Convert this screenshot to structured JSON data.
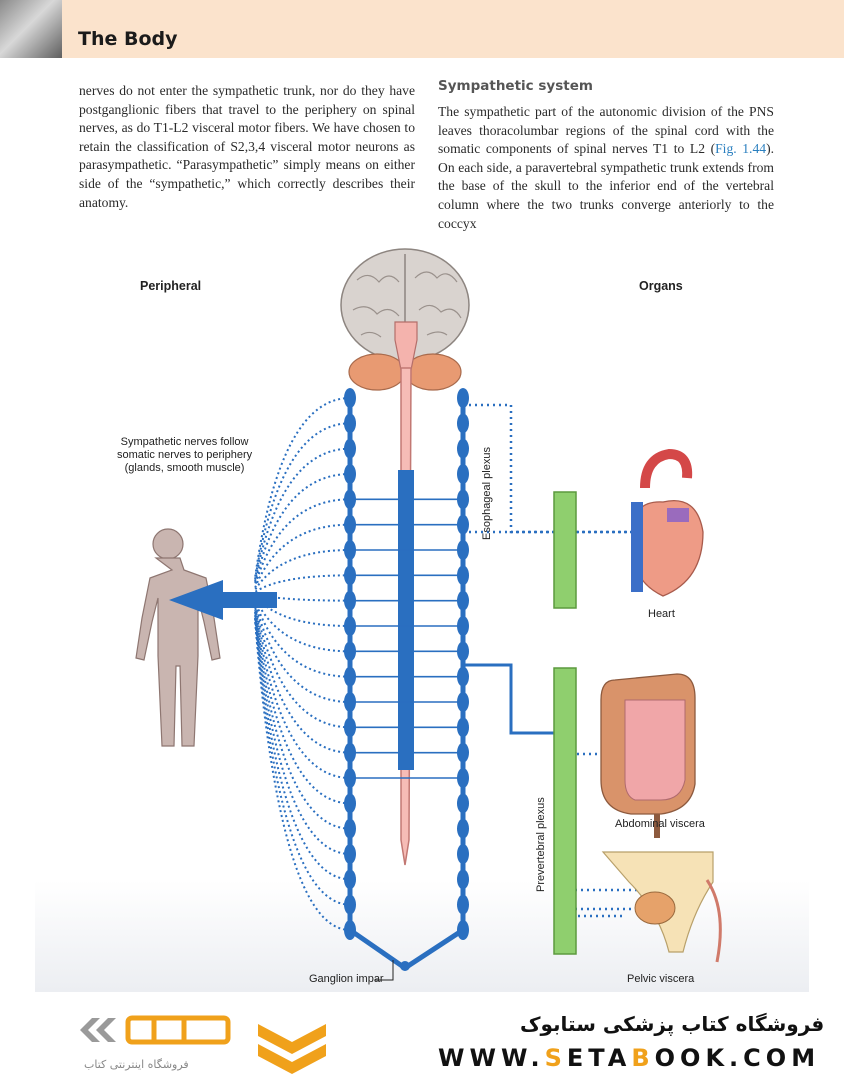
{
  "header": {
    "title": "The Body"
  },
  "text": {
    "left_paragraph": "nerves do not enter the sympathetic trunk, nor do they have postganglionic fibers that travel to the periphery on spinal nerves, as do T1-L2 visceral motor fibers. We have chosen to retain the classification of S2,3,4 visceral motor neurons as parasympathetic. “Parasympathetic” simply means on either side of the “sympathetic,” which correctly describes their anatomy.",
    "section_heading": "Sympathetic system",
    "right_paragraph_before_link": "The sympathetic part of the autonomic division of the PNS leaves thoracolumbar regions of the spinal cord with the somatic components of spinal nerves T1 to L2 (",
    "right_paragraph_link": "Fig. 1.44",
    "right_paragraph_after_link": "). On each side, a paravertebral sympathetic trunk extends from the base of the skull to the inferior end of the vertebral column where the two trunks converge anteriorly to the coccyx"
  },
  "figure": {
    "label_peripheral": "Peripheral",
    "label_organs": "Organs",
    "note_line1": "Sympathetic nerves follow",
    "note_line2": "somatic nerves to periphery",
    "note_line3": "(glands, smooth muscle)",
    "label_esophageal": "Esophageal plexus",
    "label_prevertebral": "Prevertebral plexus",
    "label_heart": "Heart",
    "label_abdominal": "Abdominal viscera",
    "label_pelvic": "Pelvic viscera",
    "label_ganglion": "Ganglion impar",
    "colors": {
      "nerve": "#2a6fc0",
      "plexus": "#8fcf6e",
      "cord": "#f2a7a3",
      "body": "#c9b5b0"
    }
  },
  "footer": {
    "brand_tagline": "فروشگاه اینترنتی کتاب",
    "store_name": "فروشگاه کتاب پزشکی ستابوک",
    "url_part1": "WWW.",
    "url_highlight1": "S",
    "url_part2": "ETA",
    "url_highlight2": "B",
    "url_part3": "OOK.COM"
  }
}
